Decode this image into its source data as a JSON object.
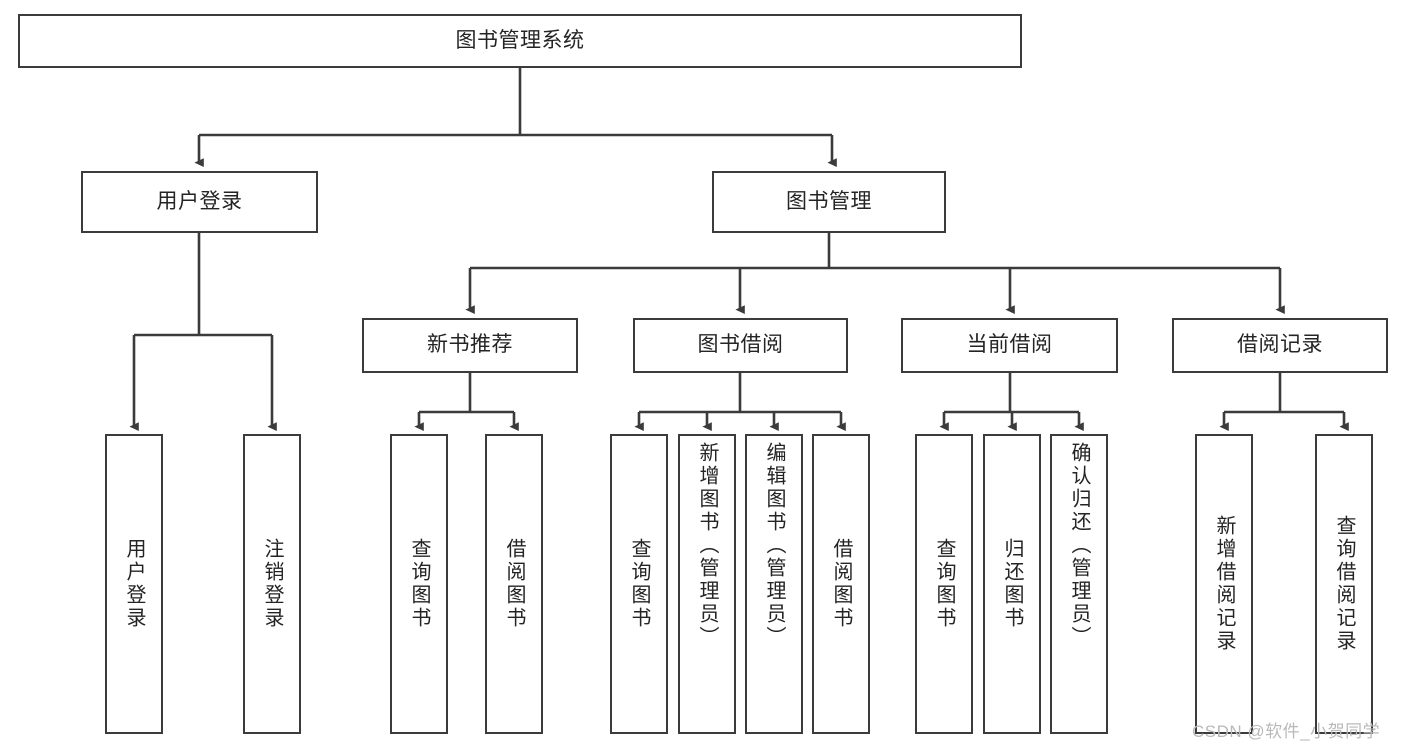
{
  "diagram": {
    "title": "图书管理系统",
    "type": "tree-hierarchy",
    "root": {
      "label": "图书管理系统"
    },
    "level2": [
      {
        "label": "用户登录"
      },
      {
        "label": "图书管理"
      }
    ],
    "level3": [
      {
        "label": "新书推荐"
      },
      {
        "label": "图书借阅"
      },
      {
        "label": "当前借阅"
      },
      {
        "label": "借阅记录"
      }
    ],
    "leaves": {
      "user_login": [
        {
          "label": "用户登录"
        },
        {
          "label": "注销登录"
        }
      ],
      "new_book_recommend": [
        {
          "label": "查询图书"
        },
        {
          "label": "借阅图书"
        }
      ],
      "book_borrow": [
        {
          "label": "查询图书"
        },
        {
          "label": "新增图书（管理员）"
        },
        {
          "label": "编辑图书（管理员）"
        },
        {
          "label": "借阅图书"
        }
      ],
      "current_borrow": [
        {
          "label": "查询图书"
        },
        {
          "label": "归还图书"
        },
        {
          "label": "确认归还（管理员）"
        }
      ],
      "borrow_record": [
        {
          "label": "新增借阅记录"
        },
        {
          "label": "查询借阅记录"
        }
      ]
    }
  },
  "watermark": {
    "text": "CSDN @软件_小贺同学"
  },
  "colors": {
    "stroke": "#3b3b3b",
    "text": "#242424",
    "background": "#ffffff",
    "watermark": "#b9b9b9"
  }
}
